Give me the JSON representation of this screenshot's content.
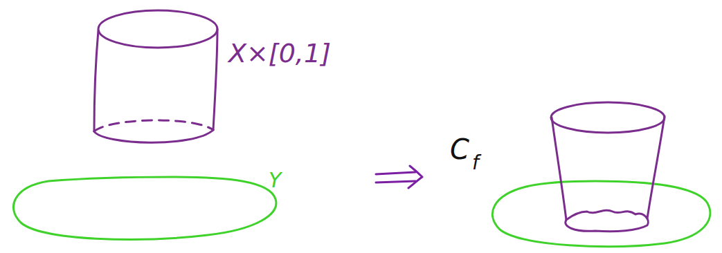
{
  "diagram": {
    "labels": [
      "X×[0,1]",
      "Y",
      "C",
      "f"
    ]
  }
}
